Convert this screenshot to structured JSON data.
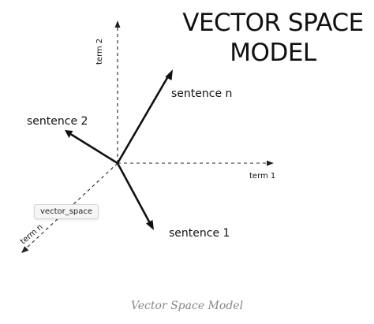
{
  "title": {
    "line1": "VECTOR SPACE",
    "line2": "MODEL"
  },
  "axes": {
    "term1": "term 1",
    "term2": "term 2",
    "termn": "term n"
  },
  "vectors": {
    "sentence_1": "sentence 1",
    "sentence_2": "sentence 2",
    "sentence_n": "sentence n"
  },
  "tooltip": "vector_space",
  "caption": "Vector Space Model"
}
